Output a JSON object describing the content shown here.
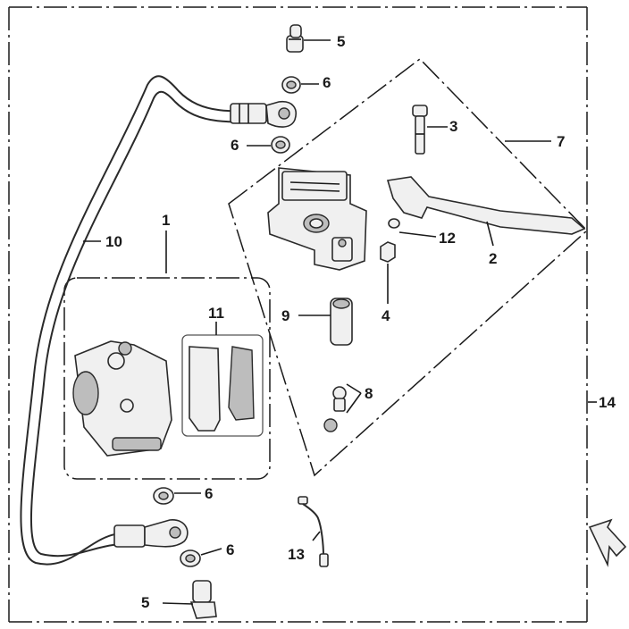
{
  "callouts": {
    "c1": "1",
    "c2": "2",
    "c3": "3",
    "c4": "4",
    "c5_top": "5",
    "c5_bottom": "5",
    "c6_top_a": "6",
    "c6_top_b": "6",
    "c6_bottom_a": "6",
    "c6_bottom_b": "6",
    "c7": "7",
    "c8": "8",
    "c9": "9",
    "c10": "10",
    "c11": "11",
    "c12": "12",
    "c13": "13",
    "c14": "14"
  },
  "colors": {
    "line": "#1a1a1a",
    "part_fill": "#f0f0f0",
    "part_shadow": "#bdbdbd"
  }
}
